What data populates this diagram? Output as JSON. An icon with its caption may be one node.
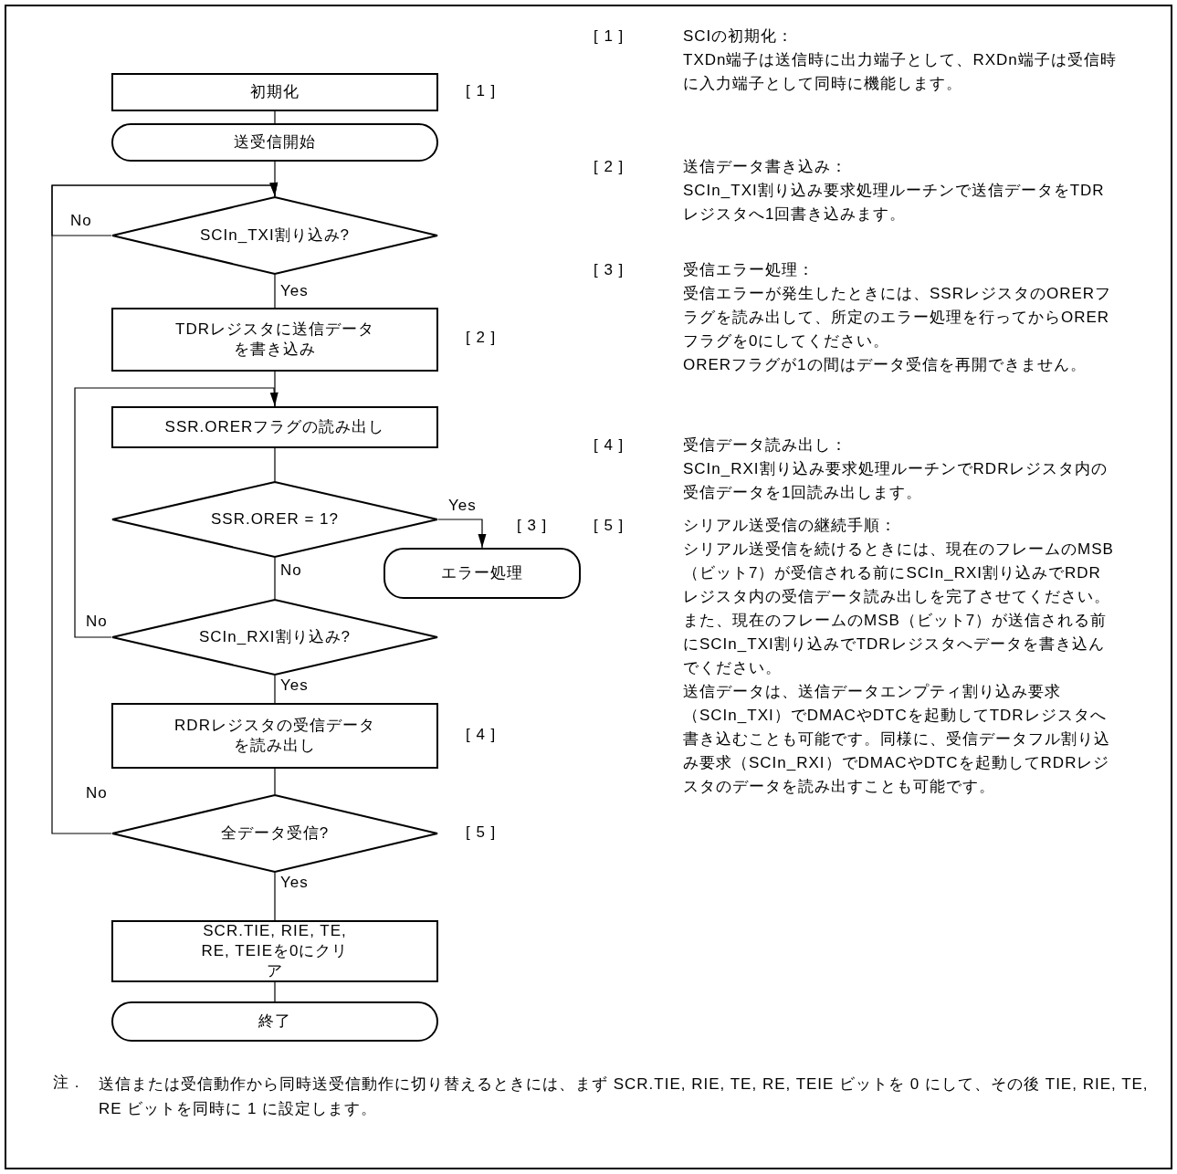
{
  "diagram": {
    "nodes": [
      {
        "text": [
          "初期化"
        ],
        "beside": [
          "[ 1 ]"
        ]
      },
      {
        "text": [
          "送受信開始"
        ]
      },
      {
        "text": [
          "SCIn_TXI割り込み?"
        ]
      },
      {
        "text": [
          "TDRレジスタに送信データを書き込み"
        ],
        "beside": [
          "[ 2 ]"
        ]
      },
      {
        "text": [
          "SSR.ORERフラグの読み出し"
        ]
      },
      {
        "text": [
          "SSR.ORER = 1?"
        ]
      },
      {
        "text": [
          "エラー処理"
        ],
        "beside": [
          "[ 3 ]"
        ]
      },
      {
        "text": [
          "SCIn_RXI割り込み?"
        ]
      },
      {
        "text": [
          "RDRレジスタの受信データを読み出し"
        ],
        "beside": [
          "[ 4 ]"
        ]
      },
      {
        "text": [
          "全データ受信?"
        ],
        "beside": [
          "[ 5 ]"
        ]
      },
      {
        "text": [
          "SCR.TIE, RIE, TE, RE, TEIEを0にクリア"
        ]
      },
      {
        "text": [
          "終了"
        ]
      }
    ],
    "edges": [
      {
        "from": 0,
        "to": 1,
        "arrow": "none"
      },
      {
        "from": 1,
        "to": 2,
        "arrow": "none"
      },
      {
        "from": 2,
        "to": 2,
        "arrow": "to",
        "label": "No"
      },
      {
        "from": 2,
        "to": 3,
        "arrow": "none",
        "label": "Yes"
      },
      {
        "from": 3,
        "to": 4,
        "arrow": "none"
      },
      {
        "from": 4,
        "to": 5,
        "arrow": "none"
      },
      {
        "from": 5,
        "to": 6,
        "arrow": "to",
        "label": "Yes"
      },
      {
        "from": 5,
        "to": 7,
        "arrow": "none",
        "label": "No"
      },
      {
        "from": 7,
        "to": 4,
        "arrow": "to",
        "label": "No"
      },
      {
        "from": 7,
        "to": 8,
        "arrow": "none",
        "label": "Yes"
      },
      {
        "from": 8,
        "to": 9,
        "arrow": "none"
      },
      {
        "from": 9,
        "to": 2,
        "arrow": "to",
        "label": "No"
      },
      {
        "from": 9,
        "to": 10,
        "arrow": "none",
        "label": "Yes"
      },
      {
        "from": 10,
        "to": 11,
        "arrow": "none"
      }
    ],
    "labels": [
      "[ 1 ]",
      "SCIの初期化：",
      "TXDn端子は送信時に出力端子として、RXDn端子は受信時に入力端子として同時に機能します。",
      "[ 2 ]",
      "送信データ書き込み：",
      "SCIn_TXI割り込み要求処理ルーチンで送信データをTDRレジスタへ1回書き込みます。",
      "[ 3 ]",
      "受信エラー処理：",
      "受信エラーが発生したときには、SSRレジスタのORERフラグを読み出して、所定のエラー処理を行ってからORERフラグを0にしてください。",
      "ORERフラグが1の間はデータ受信を再開できません。",
      "[ 4 ]",
      "受信データ読み出し：",
      "SCIn_RXI割り込み要求処理ルーチンでRDRレジスタ内の受信データを1回読み出します。",
      "[ 5 ]",
      "シリアル送受信の継続手順：",
      "シリアル送受信を続けるときには、現在のフレームのMSB（ビット7）が受信される前にSCIn_RXI割り込みでRDRレジスタ内の受信データ読み出しを完了させてください。また、現在のフレームのMSB（ビット7）が送信される前にSCIn_TXI割り込みでTDRレジスタへデータを書き込んでください。",
      "送信データは、送信データエンプティ割り込み要求（SCIn_TXI）でDMACやDTCを起動してTDRレジスタへ書き込むことも可能です。同様に、受信データフル割り込み要求（SCIn_RXI）でDMACやDTCを起動してRDRレジスタのデータを読み出すことも可能です。",
      "注 .",
      "送信または受信動作から同時送受信動作に切り替えるときには、まず SCR.TIE, RIE, TE, RE, TEIE ビットを 0 にして、その後 TIE, RIE, TE, RE ビットを同時に 1 に設定します。"
    ]
  }
}
